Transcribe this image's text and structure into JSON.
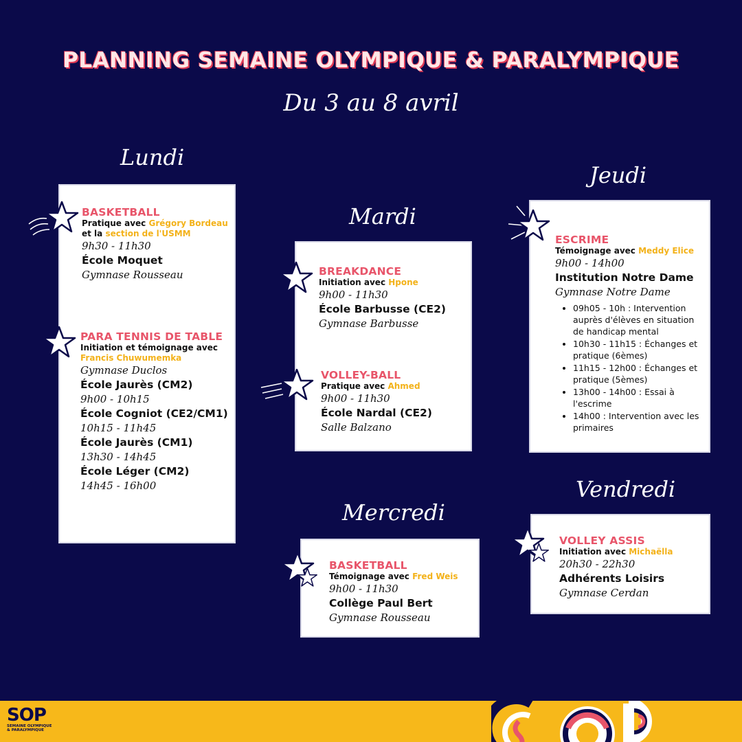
{
  "title": "PLANNING SEMAINE OLYMPIQUE & PARALYMPIQUE",
  "subtitle": "Du 3 au 8 avril",
  "days": {
    "lundi": "Lundi",
    "mardi": "Mardi",
    "mercredi": "Mercredi",
    "jeudi": "Jeudi",
    "vendredi": "Vendredi"
  },
  "lundi": {
    "basket": {
      "sport": "BASKETBALL",
      "with_prefix": "Pratique avec ",
      "with_name": "Grégory Bordeau",
      "with_mid": " et la ",
      "with_name2": "section de l'USMM",
      "time": "9h30 - 11h30",
      "place": "École Moquet",
      "sub": "Gymnase Rousseau"
    },
    "tennis": {
      "sport": "PARA TENNIS DE TABLE",
      "with_prefix": "Initiation et témoignage avec ",
      "with_name": "Francis Chuwumemka",
      "sub": "Gymnase Duclos",
      "place1": "École Jaurès (CM2)",
      "time1": "9h00 - 10h15",
      "place2": "École Cogniot (CE2/CM1)",
      "time2": "10h15 - 11h45",
      "place3": "École Jaurès (CM1)",
      "time3": "13h30 - 14h45",
      "place4": "École Léger (CM2)",
      "time4": "14h45 - 16h00"
    }
  },
  "mardi": {
    "breakdance": {
      "sport": "BREAKDANCE",
      "with_prefix": "Initiation avec ",
      "with_name": "Hpone",
      "time": "9h00 - 11h30",
      "place": "École Barbusse (CE2)",
      "sub": "Gymnase Barbusse"
    },
    "volley": {
      "sport": "VOLLEY-BALL",
      "with_prefix": "Pratique avec ",
      "with_name": "Ahmed",
      "time": "9h00 - 11h30",
      "place": "École Nardal (CE2)",
      "sub": "Salle Balzano"
    }
  },
  "mercredi": {
    "basket": {
      "sport": "BASKETBALL",
      "with_prefix": "Témoignage avec ",
      "with_name": "Fred Weis",
      "time": "9h00 - 11h30",
      "place": "Collège Paul Bert",
      "sub": "Gymnase Rousseau"
    }
  },
  "jeudi": {
    "escrime": {
      "sport": "ESCRIME",
      "with_prefix": "Témoignage avec ",
      "with_name": "Meddy Elice",
      "time": "9h00 - 14h00",
      "place": "Institution Notre Dame",
      "sub": "Gymnase Notre Dame",
      "items": [
        "09h05 - 10h : Intervention auprès d'élèves en situation de handicap mental",
        "10h30 - 11h15 : Échanges et pratique (6èmes)",
        "11h15 - 12h00 : Échanges et pratique (5èmes)",
        "13h00 - 14h00 : Essai à l'escrime",
        "14h00 : Intervention avec les primaires"
      ]
    }
  },
  "vendredi": {
    "volley": {
      "sport": "VOLLEY ASSIS",
      "with_prefix": "Initiation avec ",
      "with_name": "Michaëlla",
      "time": "20h30 - 22h30",
      "place": "Adhérents Loisirs",
      "sub": "Gymnase Cerdan"
    }
  },
  "logo": {
    "main": "SOP",
    "line1": "SEMAINE OLYMPIQUE",
    "line2": "& PARALYMPIQUE"
  },
  "colors": {
    "background": "#0b0a4a",
    "sport": "#e8556a",
    "highlight": "#f3b21a",
    "footer": "#f7b81a"
  },
  "icons": [
    "star-icon",
    "star-motion-icon",
    "sparkle-icon"
  ]
}
